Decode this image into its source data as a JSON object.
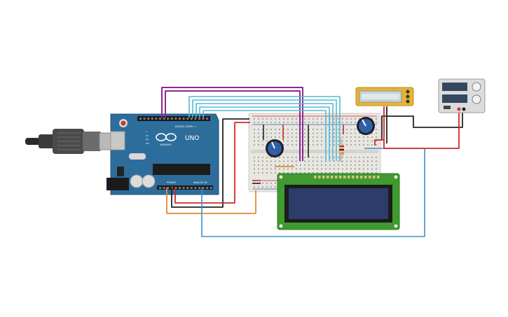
{
  "arduino": {
    "brand": "ARDUINO",
    "model": "UNO",
    "digital_label": "DIGITAL (PWM~)",
    "power_label": "POWER",
    "analog_label": "ANALOG IN",
    "tx_label": "TX",
    "rx_label": "RX",
    "l_label": "L",
    "on_label": "ON"
  },
  "colors": {
    "board": "#2d6d9c",
    "breadboard": "#e8e6e1",
    "lcd_pcb": "#3f9a2f",
    "lcd_screen": "#2d3d6b",
    "meter_body": "#e7b330",
    "wire_purple": "#8a2b8f",
    "wire_cyan": "#57b9d6",
    "wire_red": "#d02828",
    "wire_black": "#222222",
    "wire_orange": "#e58a2b",
    "wire_blue": "#3a8fd0"
  }
}
